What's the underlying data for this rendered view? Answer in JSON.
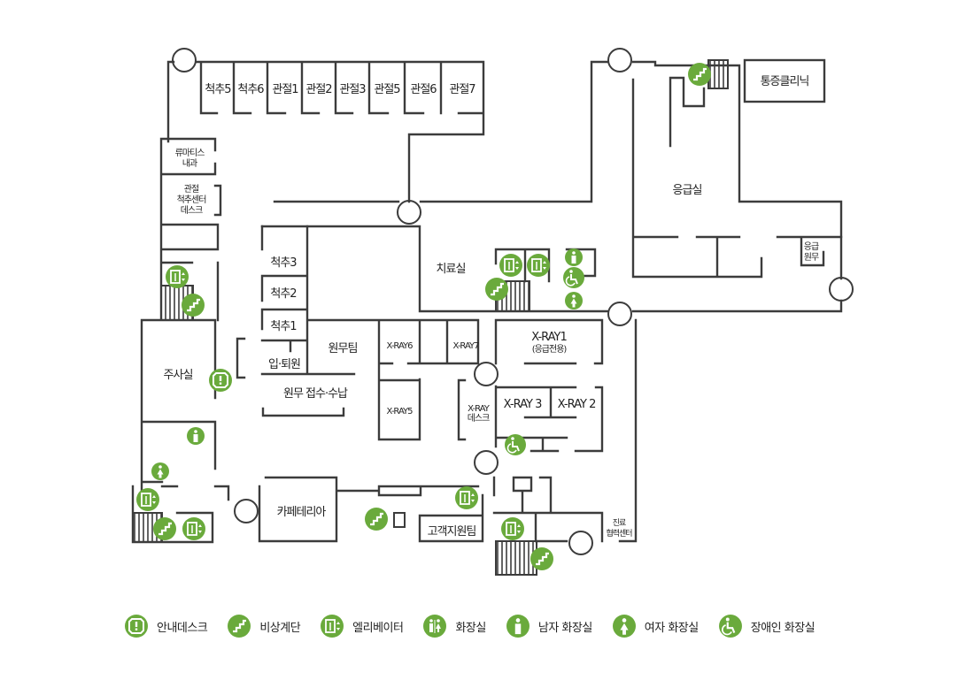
{
  "colors": {
    "accent": "#6aaa3c",
    "wall": "#3c3c3c"
  },
  "rooms": {
    "cheokchu5": "척추5",
    "cheokchu6": "척추6",
    "gwanjeol1": "관절1",
    "gwanjeol2": "관절2",
    "gwanjeol3": "관절3",
    "gwanjeol5": "관절5",
    "gwanjeol6": "관절6",
    "gwanjeol7": "관절7",
    "rheuma": [
      "류마티스",
      "내과"
    ],
    "desk": [
      "관절",
      "척추센터",
      "데스크"
    ],
    "cheokchu3": "척추3",
    "cheokchu2": "척추2",
    "cheokchu1": "척추1",
    "admission": "입·퇴원",
    "wonmu": "원무팀",
    "reception": "원무 접수·수납",
    "injection": "주사실",
    "treatment": "치료실",
    "xray6": "X-RAY6",
    "xray7": "X-RAY7",
    "xray5": "X-RAY5",
    "xray1": "X-RAY1",
    "xray1_sub": "(응급전용)",
    "xray3": "X-RAY 3",
    "xray2": "X-RAY 2",
    "xray_desk": [
      "X-RAY",
      "데스크"
    ],
    "emergency": "응급실",
    "er_admin": [
      "응급",
      "원무"
    ],
    "pain": "통증클리닉",
    "cafeteria": "카페테리아",
    "customer": "고객지원팀",
    "cooperation": [
      "진료",
      "협력센터"
    ]
  },
  "legend": [
    {
      "icon": "info-desk-icon",
      "label": "안내데스크"
    },
    {
      "icon": "stairs-icon",
      "label": "비상계단"
    },
    {
      "icon": "elevator-icon",
      "label": "엘리베이터"
    },
    {
      "icon": "restroom-icon",
      "label": "화장실"
    },
    {
      "icon": "male-restroom-icon",
      "label": "남자 화장실"
    },
    {
      "icon": "female-restroom-icon",
      "label": "여자 화장실"
    },
    {
      "icon": "accessible-restroom-icon",
      "label": "장애인 화장실"
    }
  ]
}
